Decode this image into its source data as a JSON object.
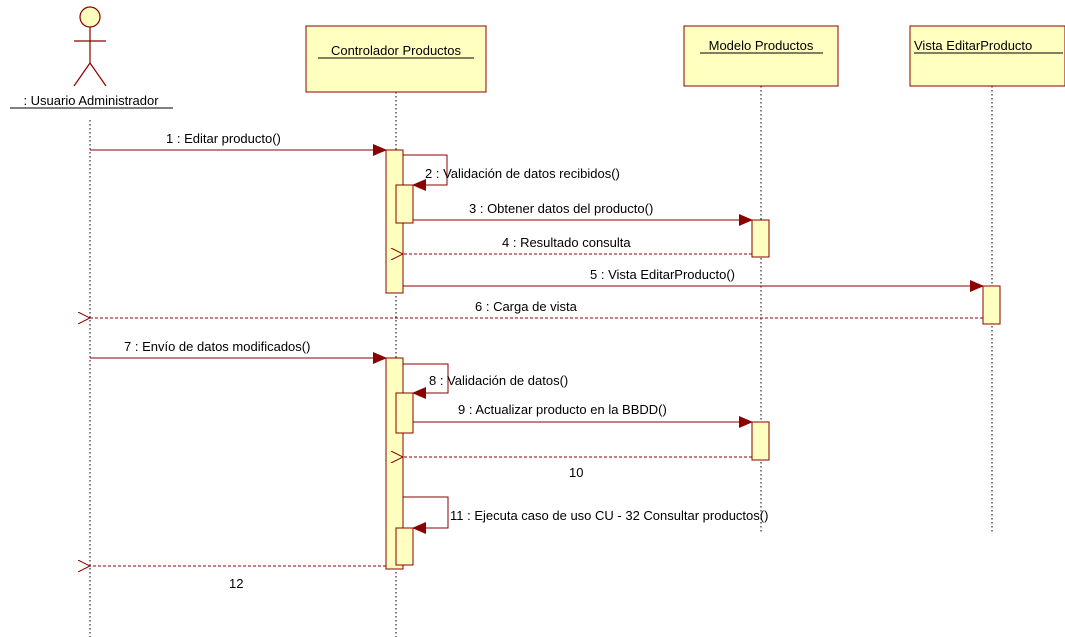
{
  "diagram": {
    "actor": {
      "name": ": Usuario Administrador"
    },
    "participants": [
      {
        "name": "Controlador Productos"
      },
      {
        "name": "Modelo Productos"
      },
      {
        "name": "Vista EditarProducto"
      }
    ],
    "messages": [
      {
        "label": "1 : Editar producto()",
        "kind": "call"
      },
      {
        "label": "2 : Validación de datos recibidos()",
        "kind": "self"
      },
      {
        "label": "3 : Obtener datos del producto()",
        "kind": "call"
      },
      {
        "label": "4 : Resultado consulta",
        "kind": "return"
      },
      {
        "label": "5 : Vista EditarProducto()",
        "kind": "call"
      },
      {
        "label": "6 : Carga de vista",
        "kind": "return"
      },
      {
        "label": "7 : Envío de datos modificados()",
        "kind": "call"
      },
      {
        "label": "8 : Validación de datos()",
        "kind": "self"
      },
      {
        "label": "9 : Actualizar producto en la BBDD()",
        "kind": "call"
      },
      {
        "label": "10",
        "kind": "return"
      },
      {
        "label": "11 : Ejecuta caso de uso CU - 32 Consultar productos()",
        "kind": "self"
      },
      {
        "label": "12",
        "kind": "return"
      }
    ]
  },
  "colors": {
    "box_fill": "#ffffc0",
    "line": "#8b0000",
    "text": "#000000"
  }
}
